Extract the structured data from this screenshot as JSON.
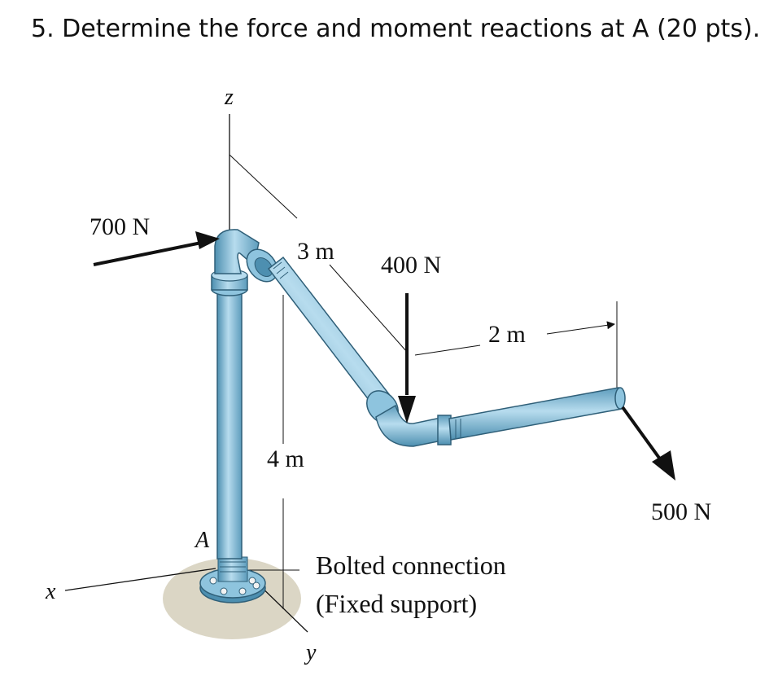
{
  "question": {
    "text": "5. Determine the force and moment reactions at A (20 pts)."
  },
  "figure": {
    "axes": {
      "x": "x",
      "y": "y",
      "z": "z"
    },
    "point_label": "A",
    "forces": [
      {
        "id": "f700",
        "label": "700 N"
      },
      {
        "id": "f400",
        "label": "400 N"
      },
      {
        "id": "f500",
        "label": "500 N"
      }
    ],
    "dimensions": [
      {
        "id": "d3",
        "label": "3 m"
      },
      {
        "id": "d2",
        "label": "2 m"
      },
      {
        "id": "d4",
        "label": "4 m"
      }
    ],
    "support": {
      "line1": "Bolted connection",
      "line2": "(Fixed support)"
    },
    "colors": {
      "pipe": "#8ec4de",
      "pipe_dark": "#4d8fb0",
      "pipe_edge": "#2f5f78",
      "shadow": "#cfc8b2",
      "arrow": "#111111"
    }
  }
}
